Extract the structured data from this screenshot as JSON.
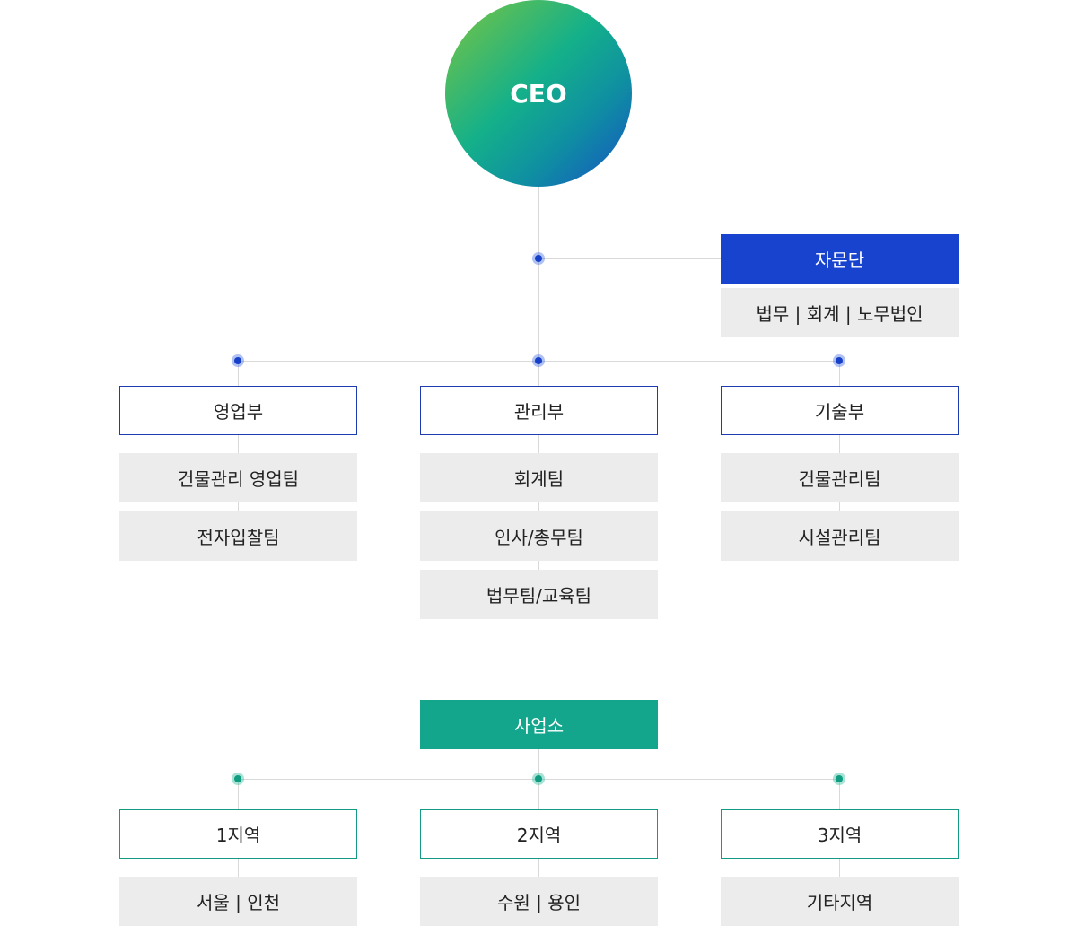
{
  "ceo": {
    "label": "CEO"
  },
  "advisory": {
    "title": "자문단",
    "members": "법무 | 회계 | 노무법인"
  },
  "departments": [
    {
      "name": "영업부",
      "teams": [
        "건물관리 영업팀",
        "전자입찰팀"
      ]
    },
    {
      "name": "관리부",
      "teams": [
        "회계팀",
        "인사/총무팀",
        "법무팀/교육팀"
      ]
    },
    {
      "name": "기술부",
      "teams": [
        "건물관리팀",
        "시설관리팀"
      ]
    }
  ],
  "business": {
    "title": "사업소",
    "regions": [
      {
        "name": "1지역",
        "areas": "서울 | 인천"
      },
      {
        "name": "2지역",
        "areas": "수원 | 용인"
      },
      {
        "name": "3지역",
        "areas": "기타지역"
      }
    ]
  },
  "colors": {
    "primary_blue": "#1843cf",
    "primary_green": "#13a68c",
    "team_bg": "#ececec",
    "connector": "#d9d9d9"
  }
}
